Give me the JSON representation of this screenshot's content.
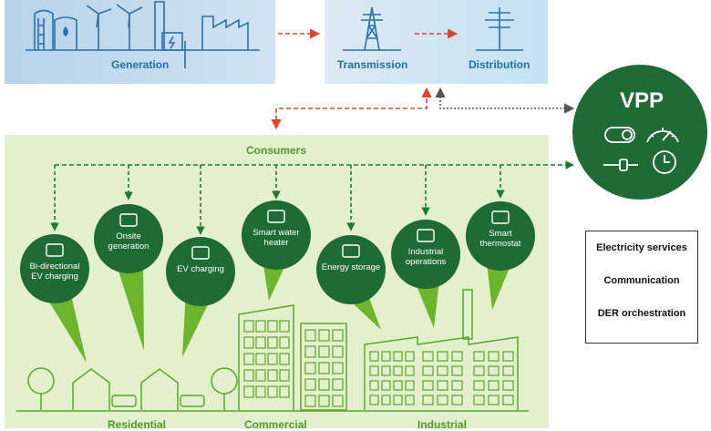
{
  "grid": {
    "generation_label": "Generation",
    "transmission_label": "Transmission",
    "distribution_label": "Distribution"
  },
  "consumers": {
    "title": "Consumers",
    "sectors": [
      "Residential",
      "Commercial",
      "Industrial"
    ],
    "pins": [
      {
        "label": "Bi-directional\nEV charging",
        "icon": "ev-charger-icon"
      },
      {
        "label": "Onsite\ngeneration",
        "icon": "solar-panel-icon"
      },
      {
        "label": "EV charging",
        "icon": "car-plug-icon"
      },
      {
        "label": "Smart water\nheater",
        "icon": "water-heater-icon"
      },
      {
        "label": "Energy storage",
        "icon": "battery-icon"
      },
      {
        "label": "Industrial\noperations",
        "icon": "machine-icon"
      },
      {
        "label": "Smart\nthermostat",
        "icon": "thermometer-icon"
      }
    ]
  },
  "vpp": {
    "title": "VPP",
    "icons": [
      "toggle-icon",
      "gauge-icon",
      "slider-icon",
      "clock-icon"
    ]
  },
  "legend": {
    "items": [
      {
        "label": "Electricity services",
        "color": "#e0442e"
      },
      {
        "label": "Communication",
        "color": "#555555"
      },
      {
        "label": "DER orchestration",
        "color": "#1e7a32"
      }
    ]
  },
  "colors": {
    "grid_bg": "#c9dff0",
    "consumer_bg": "#e3efcd",
    "dark_green": "#1e6b35",
    "pin_tail": "#6cb52d",
    "outline_green": "#5aa82a",
    "blue_line": "#2a6fb0",
    "red": "#e0442e"
  }
}
